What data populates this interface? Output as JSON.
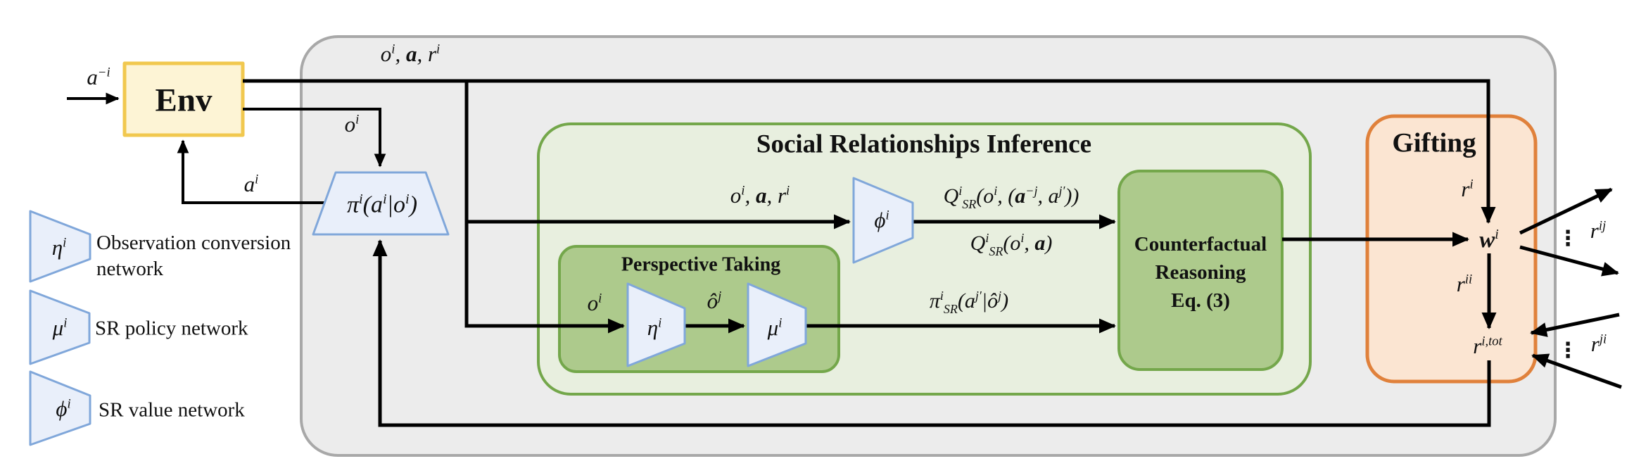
{
  "colors": {
    "outer_fill": "#ECECEC",
    "outer_border": "#A8A8A8",
    "env_fill": "#FDF4D5",
    "env_border": "#F1C84F",
    "green_light_fill": "#E8EFDF",
    "green_border": "#74A74B",
    "green_dark_fill": "#ADCA8C",
    "orange_fill": "#FBE5D2",
    "orange_border": "#E0813B",
    "trapezoid_fill": "#E9EFFA",
    "trapezoid_border": "#80A7DA",
    "line_color": "#000000"
  },
  "env": {
    "title": "Env",
    "other_agents_action": "a^{−i}",
    "agent_action": "a^{i}",
    "observation": "o^{i}",
    "trajectory": "o^{i}, *{a}, r^{i}"
  },
  "policy": {
    "label": "π^{i}(a^{i}|o^{i})"
  },
  "legend": {
    "items": [
      {
        "symbol": "η^{i}",
        "label": "Observation conversion network"
      },
      {
        "symbol": "μ^{i}",
        "label": "SR policy network"
      },
      {
        "symbol": "ϕ^{i}",
        "label": "SR value network"
      }
    ]
  },
  "sri": {
    "title": "Social Relationships Inference",
    "value_branch": {
      "input": "o^{i}, *{a}, r^{i}",
      "symbol": "ϕ^{i}",
      "q_counterfactual": "Q^{i}_{SR}(o^{i}, (*{a}^{−j}, a^{j′}))",
      "q_actual": "Q^{i}_{SR}(o^{i}, *{a})"
    },
    "perspective_taking": {
      "title": "Perspective Taking",
      "input": "o^{i}",
      "eta": "η^{i}",
      "converted_obs": "ô^{j}",
      "mu": "μ^{i}",
      "output": "π^{i}_{SR}(a^{j′}|ô^{j})"
    },
    "counterfactual": {
      "lines": [
        "Counterfactual",
        "Reasoning",
        "Eq. (3)"
      ]
    }
  },
  "gifting": {
    "title": "Gifting",
    "reward_in": "r^{i}",
    "weights": "*{w}^{i}",
    "self_reward": "r^{ii}",
    "total_reward": "r^{i,tot}",
    "gifts_out_dots": "⋮",
    "gifts_out": "r^{ij}",
    "gifts_in_dots": "⋮",
    "gifts_in": "r^{ji}"
  }
}
